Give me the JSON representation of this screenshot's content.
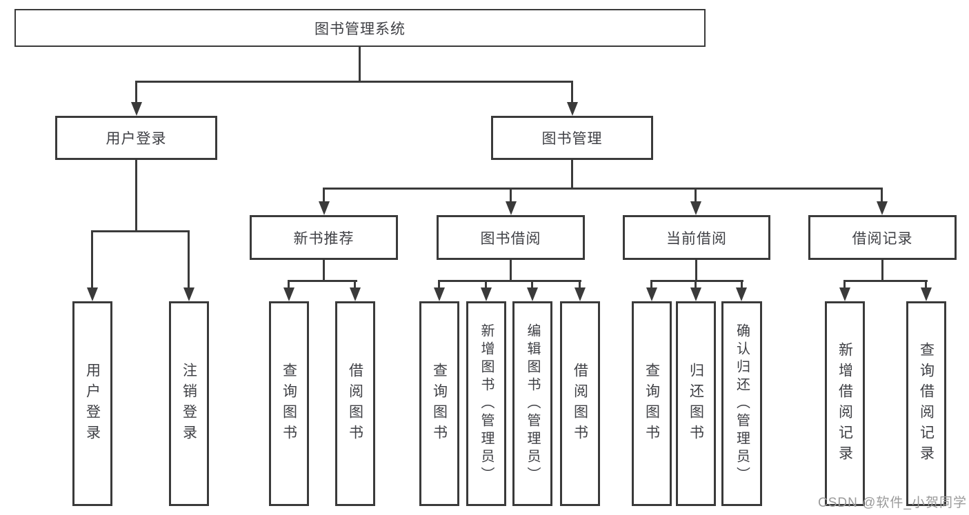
{
  "diagram": {
    "title": "图书管理系统",
    "level1": {
      "user_login": "用户登录",
      "book_mgmt": "图书管理"
    },
    "level2": {
      "new_books": "新书推荐",
      "book_borrow": "图书借阅",
      "current_borrow": "当前借阅",
      "borrow_records": "借阅记录"
    },
    "leaves": {
      "login": [
        "用户登录",
        "注销登录"
      ],
      "new_books": [
        "查询图书",
        "借阅图书"
      ],
      "book_borrow": [
        "查询图书",
        "新增图书（管理员）",
        "编辑图书（管理员）",
        "借阅图书"
      ],
      "current_borrow": [
        "查询图书",
        "归还图书",
        "确认归还（管理员）"
      ],
      "borrow_records": [
        "新增借阅记录",
        "查询借阅记录"
      ]
    }
  },
  "watermark": "CSDN @软件_小贺同学",
  "colors": {
    "line": "#3a3a3a",
    "text": "#3f4045",
    "box_background": "#ffffff",
    "watermark": "#9a9a9a",
    "page_background": "#ffffff"
  }
}
